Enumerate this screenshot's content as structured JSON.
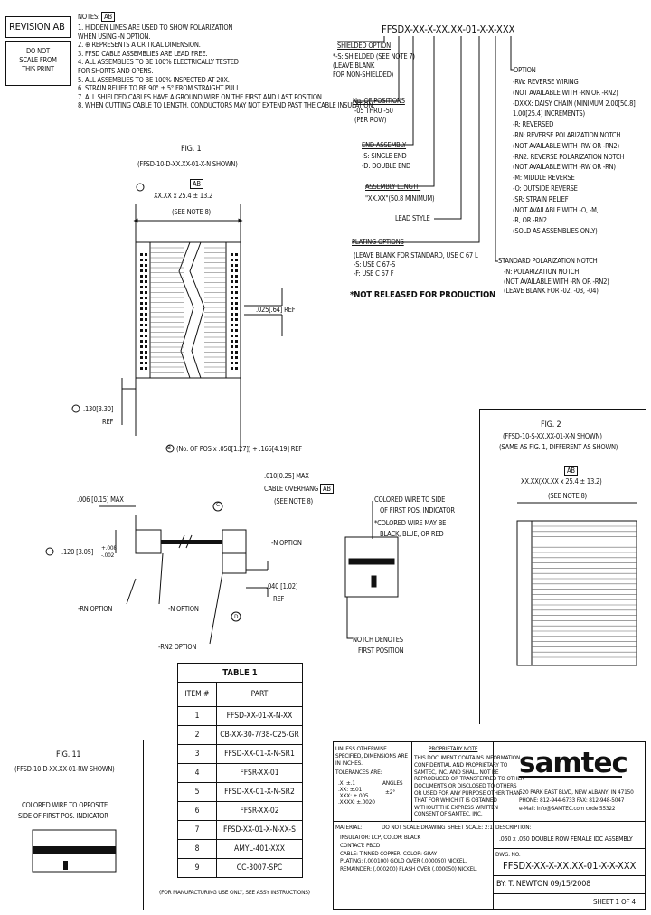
{
  "revision": {
    "label": "REVISION AB"
  },
  "do_not_scale": {
    "text": "DO NOT\nSCALE FROM\nTHIS PRINT"
  },
  "notes": {
    "header": "NOTES:",
    "rev_tag": "AB",
    "lines": [
      "1. HIDDEN LINES ARE USED TO SHOW POLARIZATION",
      "    WHEN USING -N OPTION.",
      "2. ⊕ REPRESENTS A CRITICAL DIMENSION.",
      "3. FFSD CABLE ASSEMBLIES ARE LEAD FREE.",
      "4. ALL ASSEMBLIES TO BE 100% ELECTRICALLY TESTED",
      "    FOR SHORTS AND OPENS.",
      "5. ALL ASSEMBLIES TO BE 100% INSPECTED AT 20X.",
      "6. STRAIN RELIEF TO BE 90° ± 5° FROM STRAIGHT PULL.",
      "7. ALL SHIELDED CABLES HAVE A GROUND WIRE ON THE FIRST AND LAST POSITION.",
      "8. WHEN CUTTING CABLE TO LENGTH, CONDUCTORS MAY NOT EXTEND PAST THE CABLE INSULATION."
    ]
  },
  "part_code": "FFSDX-XX-X-XX.XX-01-X-X-XXX",
  "code_left": {
    "shielded_title": "SHIELDED OPTION",
    "shielded_lines": [
      "*-S: SHIELDED (SEE NOTE 7)",
      "(LEAVE BLANK",
      "FOR NON-SHIELDED)"
    ],
    "positions_title": "No. OF POSITIONS",
    "positions_lines": [
      "-05 THRU -50",
      "(PER ROW)"
    ],
    "end_title": "END ASSEMBLY",
    "end_lines": [
      "-S: SINGLE END",
      "-D: DOUBLE END"
    ],
    "length_title": "ASSEMBLY LENGTH",
    "length_lines": [
      "\"XX.XX\"(50.8 MINIMUM)"
    ],
    "lead_style": "LEAD STYLE",
    "plating_title": "PLATING OPTIONS",
    "plating_lines": [
      "(LEAVE BLANK FOR STANDARD, USE C 67 L",
      "-S: USE C 67-S",
      "-F: USE C 67 F"
    ],
    "not_released": "*NOT RELEASED FOR PRODUCTION"
  },
  "code_right": {
    "option_title": "OPTION",
    "lines": [
      "-RW: REVERSE WIRING",
      "      (NOT AVAILABLE WITH -RN OR -RN2)",
      "-DXXX: DAISY CHAIN (MINIMUM 2.00[50.8]",
      "      1.00[25.4] INCREMENTS)",
      "-R: REVERSED",
      "-RN: REVERSE POLARIZATION NOTCH",
      "      (NOT AVAILABLE WITH -RW OR -RN2)",
      "-RN2: REVERSE POLARIZATION NOTCH",
      "      (NOT AVAILABLE WITH -RW OR -RN)",
      "-M: MIDDLE REVERSE",
      "-O: OUTSIDE REVERSE",
      "-SR: STRAIN RELIEF",
      "      (NOT AVAILABLE WITH -O, -M,",
      "      -R, OR -RN2",
      "      (SOLD AS ASSEMBLIES ONLY)"
    ],
    "polar_title": "STANDARD POLARIZATION NOTCH",
    "polar_lines": [
      "-N: POLARIZATION NOTCH",
      "(NOT AVAILABLE WITH -RN OR -RN2)",
      "(LEAVE BLANK FOR -02, -03, -04)"
    ]
  },
  "fig1": {
    "title": "FIG. 1",
    "subtitle": "(FFSD-10-D-XX.XX-01-X-N SHOWN)",
    "ab_tag": "AB",
    "dim_length": "XX.XX x 25.4 ± 13.2",
    "dim_note": "(SEE NOTE 8)",
    "dim_pitch": ".025[.64] REF",
    "dim_ref": ".130[3.30]",
    "dim_ref2": "REF",
    "dim_positions": "(No. OF POS x .050[1.27]) + .165[4.19] REF",
    "dim_mark": "B"
  },
  "side_view": {
    "dim_top": ".006 [0.15] MAX",
    "dim_left": ".120 [3.05]",
    "dim_tol": "+.008 -.002",
    "dim_overhang_1": ".010[0.25] MAX",
    "dim_overhang_2": "CABLE OVERHANG",
    "overhang_tag": "AB",
    "dim_overhang_3": "(SEE NOTE 8)",
    "n_option": "-N OPTION",
    "n_option2": "-N OPTION",
    "rn_option": "-RN OPTION",
    "rn2_option": "-RN2 OPTION",
    "dim_right": ".040 [1.02]",
    "dim_right2": "REF",
    "callout_c": "C",
    "callout_d": "D"
  },
  "colored_wire": {
    "line1": "COLORED WIRE TO SIDE",
    "line2": "OF FIRST POS. INDICATOR",
    "line3": "*COLORED WIRE MAY BE",
    "line4": "BLACK, BLUE, OR RED",
    "notch1": "NOTCH DENOTES",
    "notch2": "FIRST POSITION"
  },
  "fig2": {
    "title": "FIG. 2",
    "subtitle1": "(FFSD-10-S-XX.XX-01-X-N SHOWN)",
    "subtitle2": "(SAME AS FIG. 1, DIFFERENT AS SHOWN)",
    "ab_tag": "AB",
    "dim_length": "XX.XX(XX.XX x 25.4 ± 13.2)",
    "dim_note": "(SEE NOTE 8)"
  },
  "fig11": {
    "title": "FIG. 11",
    "subtitle": "(FFSD-10-D-XX.XX-01-RW SHOWN)",
    "label1": "COLORED WIRE TO OPPOSITE",
    "label2": "SIDE OF FIRST POS. INDICATOR"
  },
  "table1": {
    "title": "TABLE 1",
    "headers": [
      "ITEM #",
      "PART"
    ],
    "rows": [
      [
        "1",
        "FFSD-XX-01-X-N-XX"
      ],
      [
        "2",
        "CB-XX-30-7/38-C25-GR"
      ],
      [
        "3",
        "FFSD-XX-01-X-N-SR1"
      ],
      [
        "4",
        "FFSR-XX-01"
      ],
      [
        "5",
        "FFSD-XX-01-X-N-SR2"
      ],
      [
        "6",
        "FFSR-XX-02"
      ],
      [
        "7",
        "FFSD-XX-01-X-N-XX-S"
      ],
      [
        "8",
        "AMYL-401-XXX"
      ],
      [
        "9",
        "CC-3007-SPC"
      ]
    ],
    "footnote": "(FOR MANUFACTURING USE ONLY, SEE ASSY INSTRUCTIONS)"
  },
  "title_block": {
    "tol_head": "UNLESS OTHERWISE SPECIFIED, DIMENSIONS ARE IN INCHES.",
    "tol_label": "TOLERANCES ARE:",
    "tol_angles": "ANGLES",
    "tol_lines": [
      ".X: ±.1",
      ".XX: ±.01",
      ".XXX: ±.005",
      ".XXXX: ±.0020"
    ],
    "tol_angle_val": "±2°",
    "proprietary_title": "PROPRIETARY NOTE",
    "proprietary_lines": [
      "THIS DOCUMENT CONTAINS INFORMATION",
      "CONFIDENTIAL AND PROPRIETARY TO",
      "SAMTEC, INC. AND SHALL NOT BE",
      "REPRODUCED OR TRANSFERRED TO OTHER",
      "DOCUMENTS OR DISCLOSED TO OTHERS",
      "OR USED FOR ANY PURPOSE OTHER THAN",
      "THAT FOR WHICH IT IS OBTAINED",
      "WITHOUT THE EXPRESS WRITTEN",
      "CONSENT OF SAMTEC, INC."
    ],
    "material_label": "MATERIAL:",
    "scale_label": "DO NOT SCALE DRAWING",
    "sheet_scale": "SHEET SCALE: 2:1",
    "material_lines": [
      "INSULATOR: LCP, COLOR: BLACK",
      "CONTACT: PBCD",
      "CABLE: TINNED COPPER, COLOR: GRAY",
      "PLATING: (.000100) GOLD OVER (.000050) NICKEL.",
      "REMAINDER: (.000200) FLASH OVER (.000050) NICKEL."
    ],
    "company_logo": "samtec",
    "company_lines": [
      "520 PARK EAST BLVD, NEW ALBANY, IN 47150",
      "PHONE: 812-944-6733   FAX: 812-948-5047",
      "e-Mail: info@SAMTEC.com   code 55322"
    ],
    "description_label": "DESCRIPTION:",
    "description": ".050 x .050 DOUBLE ROW FEMALE IDC ASSEMBLY",
    "dwg_label": "DWG. NO.",
    "dwg_no": "FFSDX-XX-X-XX.XX-01-X-X-XXX",
    "by": "BY:  T. NEWTON  09/15/2008",
    "sheet": "SHEET 1 OF 4"
  }
}
